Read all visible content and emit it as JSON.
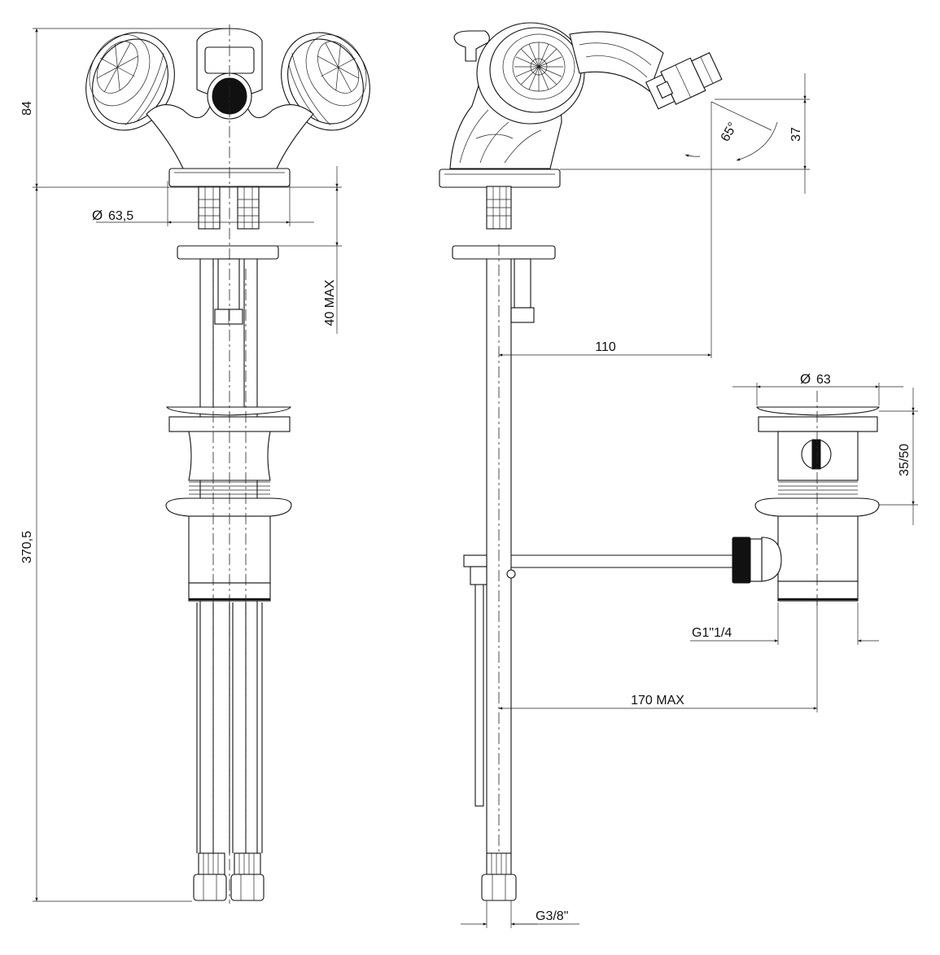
{
  "dimensions": {
    "height_top": "84",
    "height_total": "370,5",
    "diameter_flange": "63,5",
    "max_deck": "40 MAX",
    "angle": "65°",
    "spout_height": "37",
    "spout_reach": "110",
    "diameter_waste": "63",
    "waste_height": "35/50",
    "waste_thread": "G1\"1/4",
    "pull_rod": "170 MAX",
    "hose_thread": "G3/8\""
  },
  "symbols": {
    "diameter": "Ø"
  }
}
